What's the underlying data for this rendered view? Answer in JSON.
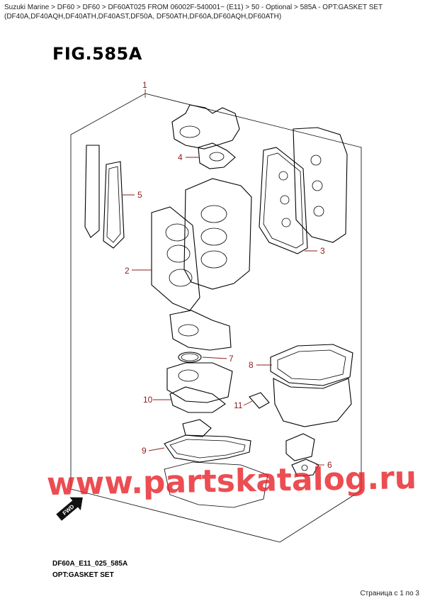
{
  "breadcrumb": "Suzuki Marine > DF60 > DF60 > DF60AT025 FROM 06002F-540001~ (E11) > 50 - Optional > 585A - OPT:GASKET SET (DF40A,DF40AQH,DF40ATH,DF40AST,DF50A, DF50ATH,DF60A,DF60AQH,DF60ATH)",
  "figure": {
    "title": "FIG.585A",
    "code": "DF60A_E11_025_585A",
    "name": "OPT:GASKET SET"
  },
  "callouts": [
    {
      "num": "1"
    },
    {
      "num": "2"
    },
    {
      "num": "3"
    },
    {
      "num": "4"
    },
    {
      "num": "5"
    },
    {
      "num": "6"
    },
    {
      "num": "7"
    },
    {
      "num": "8"
    },
    {
      "num": "9"
    },
    {
      "num": "10"
    },
    {
      "num": "11"
    }
  ],
  "watermark": "www.partskatalog.ru",
  "fwd_label": "FWD",
  "page_info": "Страница с 1 по 3",
  "colors": {
    "callout": "#8b1d1d",
    "watermark": "#e8262c"
  }
}
